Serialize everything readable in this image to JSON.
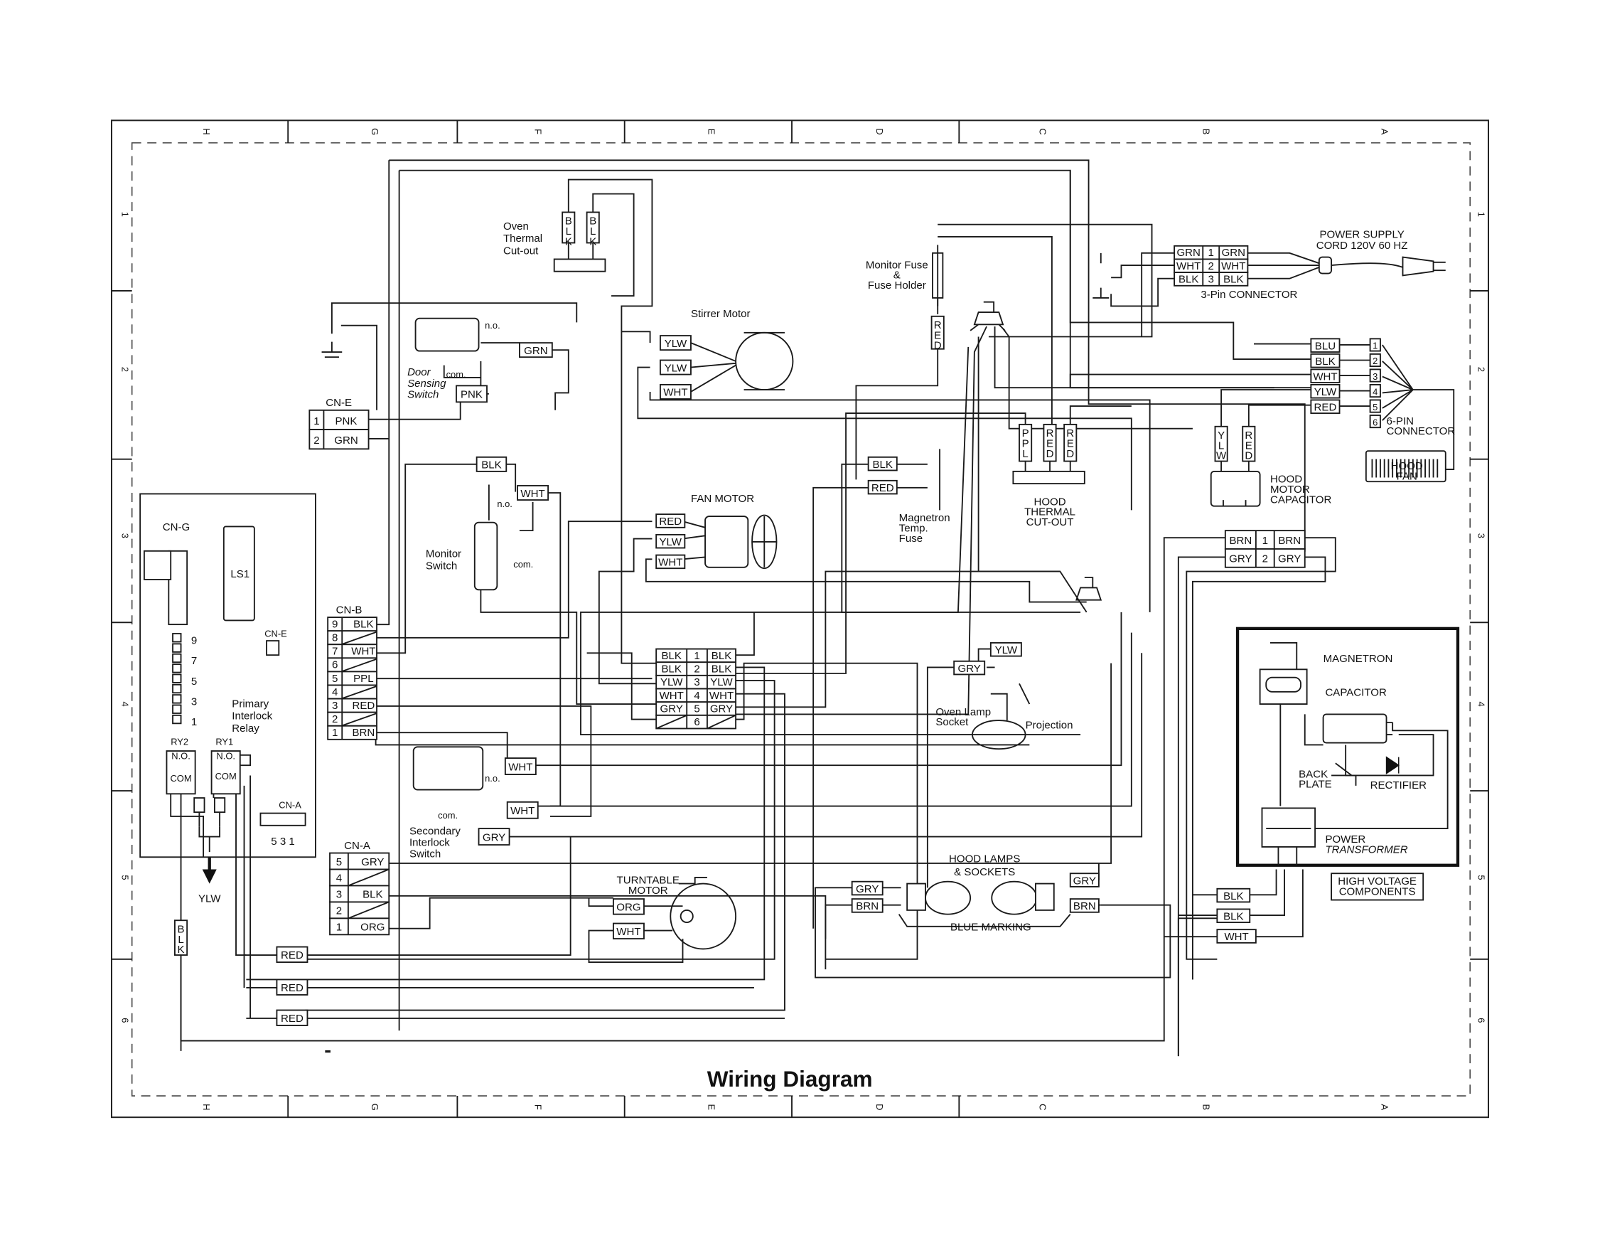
{
  "title": "Wiring Diagram",
  "grid": {
    "columns": [
      "H",
      "G",
      "F",
      "E",
      "D",
      "C",
      "B",
      "A"
    ],
    "rows": [
      "1",
      "2",
      "3",
      "4",
      "5",
      "6"
    ]
  },
  "components": {
    "oven_thermal_cutout": [
      "Oven",
      "Thermal",
      "Cut-out"
    ],
    "stirrer_motor": "Stirrer Motor",
    "monitor_fuse": [
      "Monitor Fuse",
      "&",
      "Fuse Holder"
    ],
    "power_supply_cord": [
      "POWER SUPPLY",
      "CORD 120V 60 HZ"
    ],
    "three_pin_connector": "3-Pin CONNECTOR",
    "door_sensing_switch": [
      "Door",
      "Sensing",
      "Switch"
    ],
    "fan_motor": "FAN MOTOR",
    "monitor_switch": [
      "Monitor",
      "Switch"
    ],
    "magnetron_temp_fuse": [
      "Magnetron",
      "Temp.",
      "Fuse"
    ],
    "hood_thermal_cutout": [
      "HOOD",
      "THERMAL",
      "CUT-OUT"
    ],
    "hood_motor_capacitor": [
      "HOOD",
      "MOTOR",
      "CAPACITOR"
    ],
    "six_pin_connector": [
      "6-PIN",
      "CONNECTOR"
    ],
    "hood_fan": [
      "HOOD",
      "FAN"
    ],
    "primary_interlock_relay": [
      "Primary",
      "Interlock",
      "Relay"
    ],
    "relay_labels": [
      "RY2",
      "RY1"
    ],
    "ls1": "LS1",
    "oven_lamp_socket": [
      "Oven Lamp",
      "Socket"
    ],
    "projection": "Projection",
    "secondary_interlock_switch": [
      "Secondary",
      "Interlock",
      "Switch"
    ],
    "turntable_motor": [
      "TURNTABLE",
      "MOTOR"
    ],
    "hood_lamps": [
      "HOOD LAMPS",
      "& SOCKETS"
    ],
    "blue_marking": "BLUE MARKING",
    "magnetron": "MAGNETRON",
    "capacitor": "CAPACITOR",
    "back_plate": [
      "BACK",
      "PLATE"
    ],
    "rectifier": "RECTIFIER",
    "power_transformer": [
      "POWER",
      "TRANSFORMER"
    ],
    "high_voltage": [
      "HIGH VOLTAGE",
      "COMPONENTS"
    ]
  },
  "switch_terms": {
    "no": "n.o.",
    "com": "com.",
    "relay_no": "N.O.",
    "relay_com": "COM"
  },
  "connectors": {
    "cn_e": {
      "name": "CN-E",
      "pins": [
        [
          "1",
          "PNK"
        ],
        [
          "2",
          "GRN"
        ]
      ]
    },
    "cn_g": "CN-G",
    "cn_e_small": "CN-E",
    "cn_b": {
      "name": "CN-B",
      "pins": [
        [
          "9",
          "BLK"
        ],
        [
          "8",
          ""
        ],
        [
          "7",
          "WHT"
        ],
        [
          "6",
          ""
        ],
        [
          "5",
          "PPL"
        ],
        [
          "4",
          ""
        ],
        [
          "3",
          "RED"
        ],
        [
          "2",
          ""
        ],
        [
          "1",
          "BRN"
        ]
      ]
    },
    "cn_a": {
      "name": "CN-A",
      "pins": [
        [
          "5",
          "GRY"
        ],
        [
          "4",
          ""
        ],
        [
          "3",
          "BLK"
        ],
        [
          "2",
          ""
        ],
        [
          "1",
          "ORG"
        ]
      ]
    },
    "cn_a_small": {
      "name": "CN-A",
      "pins": "5 3 1"
    },
    "cn_g_pins": [
      "9",
      "7",
      "5",
      "3",
      "1"
    ],
    "three_pin": [
      [
        "GRN",
        "1",
        "GRN"
      ],
      [
        "WHT",
        "2",
        "WHT"
      ],
      [
        "BLK",
        "3",
        "BLK"
      ]
    ],
    "six_pin": [
      [
        "BLU",
        "1"
      ],
      [
        "BLK",
        "2"
      ],
      [
        "WHT",
        "3"
      ],
      [
        "YLW",
        "4"
      ],
      [
        "RED",
        "5"
      ],
      [
        "",
        "6"
      ]
    ],
    "center_six": [
      [
        "BLK",
        "1",
        "BLK"
      ],
      [
        "BLK",
        "2",
        "BLK"
      ],
      [
        "YLW",
        "3",
        "YLW"
      ],
      [
        "WHT",
        "4",
        "WHT"
      ],
      [
        "GRY",
        "5",
        "GRY"
      ],
      [
        "",
        "6",
        ""
      ]
    ],
    "two_pin": [
      [
        "BRN",
        "1",
        "BRN"
      ],
      [
        "GRY",
        "2",
        "GRY"
      ]
    ]
  },
  "wire_tags": {
    "thermal_cutout": [
      "BLK",
      "BLK"
    ],
    "door_switch_grn": "GRN",
    "door_switch_pnk": "PNK",
    "stirrer": [
      "YLW",
      "YLW",
      "WHT"
    ],
    "monitor_fuse_red": "RED",
    "monitor_switch_blk": "BLK",
    "monitor_switch_wht": "WHT",
    "fan": [
      "RED",
      "YLW",
      "WHT"
    ],
    "mag_temp_fuse": [
      "BLK",
      "RED"
    ],
    "hood_cutout": [
      "PPL",
      "RED",
      "RED"
    ],
    "hood_cap": [
      "YLW",
      "RED"
    ],
    "oven_lamp": [
      "YLW",
      "GRY"
    ],
    "secondary_switch": [
      "WHT",
      "WHT",
      "GRY"
    ],
    "relay_out": "YLW",
    "blk_vertical": "BLK",
    "red_tags": [
      "RED",
      "RED",
      "RED"
    ],
    "turntable": [
      "ORG",
      "WHT"
    ],
    "hood_lamp_left": [
      "GRY",
      "BRN"
    ],
    "hood_lamp_right": [
      "GRY",
      "BRN"
    ],
    "transformer": [
      "BLK",
      "BLK",
      "WHT"
    ]
  }
}
